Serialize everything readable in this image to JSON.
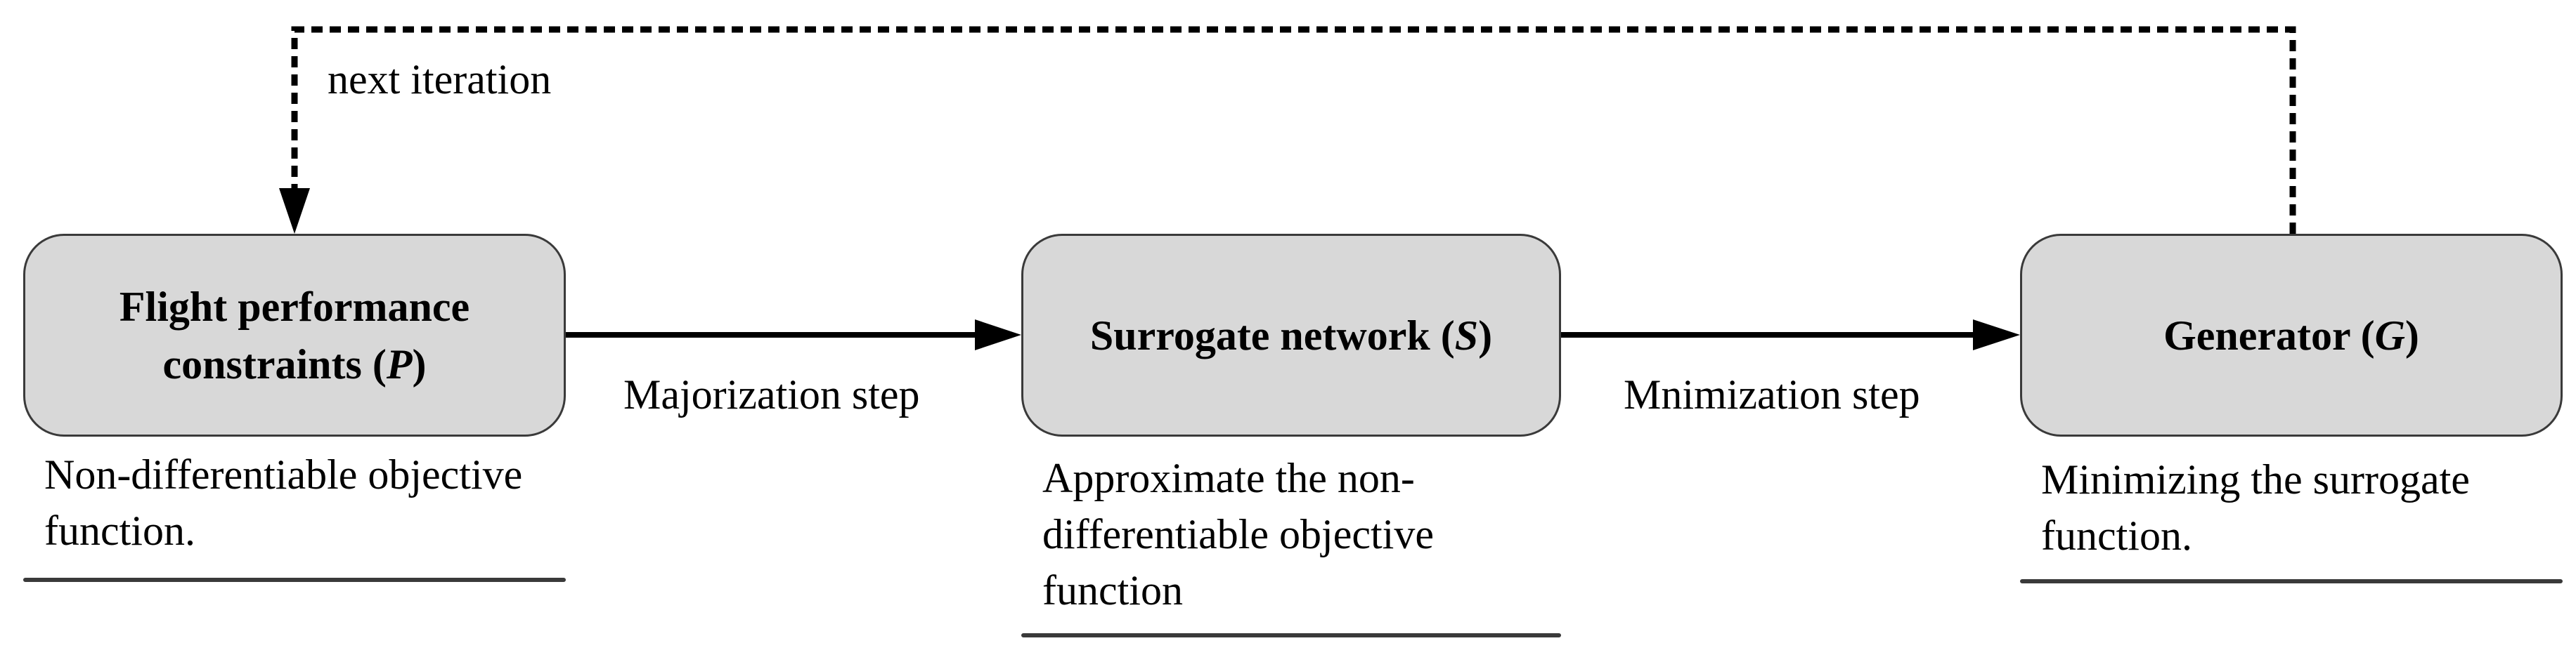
{
  "nodes": {
    "p": {
      "title_line1": "Flight performance",
      "title_line2_pre": "constraints (",
      "symbol": "P",
      "title_line2_post": ")",
      "description": "Non-differentiable objective function."
    },
    "s": {
      "title_pre": "Surrogate network (",
      "symbol": "S",
      "title_post": ")",
      "description": "Approximate the non-differentiable objective function"
    },
    "g": {
      "title_pre": "Generator (",
      "symbol": "G",
      "title_post": ")",
      "description": "Minimizing the surrogate function."
    }
  },
  "edges": {
    "majorization": {
      "label": "Majorization step"
    },
    "minimization": {
      "label": "Mnimization step"
    },
    "feedback": {
      "label": "next iteration",
      "style": "dashed"
    }
  },
  "colors": {
    "header_fill": "#d8d8d8",
    "description_fill": "#daedf3",
    "border": "#3a3a3a",
    "arrow": "#000000"
  }
}
